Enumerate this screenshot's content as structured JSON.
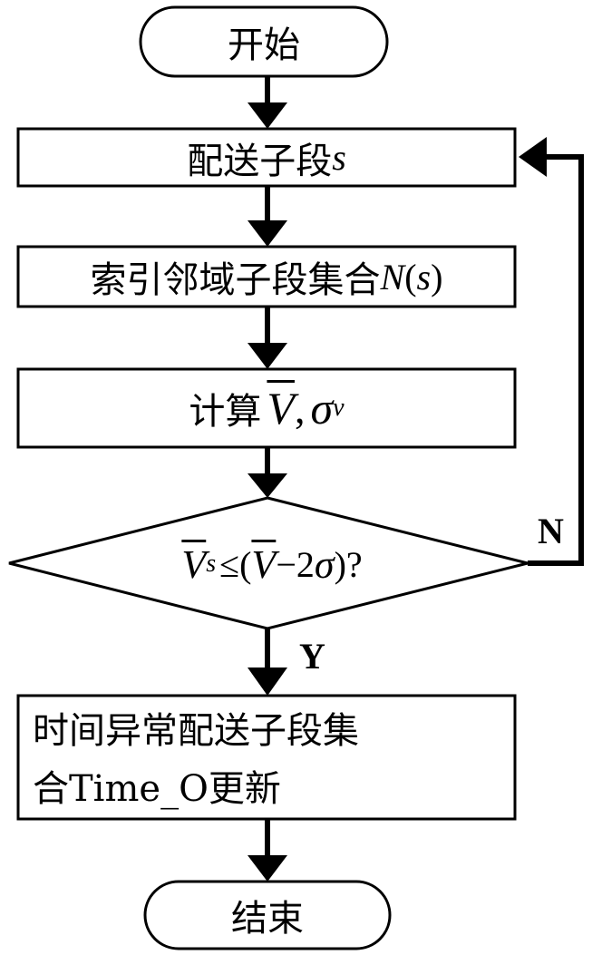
{
  "nodes": {
    "start": "开始",
    "step1": {
      "text": "配送子段",
      "var": "s"
    },
    "step2": {
      "text": "索引邻域子段集合",
      "func": "N",
      "lparen": "(",
      "arg": "s",
      "rparen": ")"
    },
    "step3": {
      "text": "计算",
      "v": "V",
      "comma": ",",
      "sigma": "σ",
      "sub": "v"
    },
    "decision": {
      "v": "V",
      "sub": "s",
      "op": "≤(",
      "vbar": "V",
      "minus": "−2",
      "sigma": "σ",
      "tail": ")?"
    },
    "step4": {
      "line1": "时间异常配送子段集",
      "line2": "合Time_O更新"
    },
    "end": "结束"
  },
  "edges": {
    "yes_label": "Y",
    "no_label": "N"
  },
  "colors": {
    "stroke": "#000000",
    "fill": "#ffffff"
  }
}
